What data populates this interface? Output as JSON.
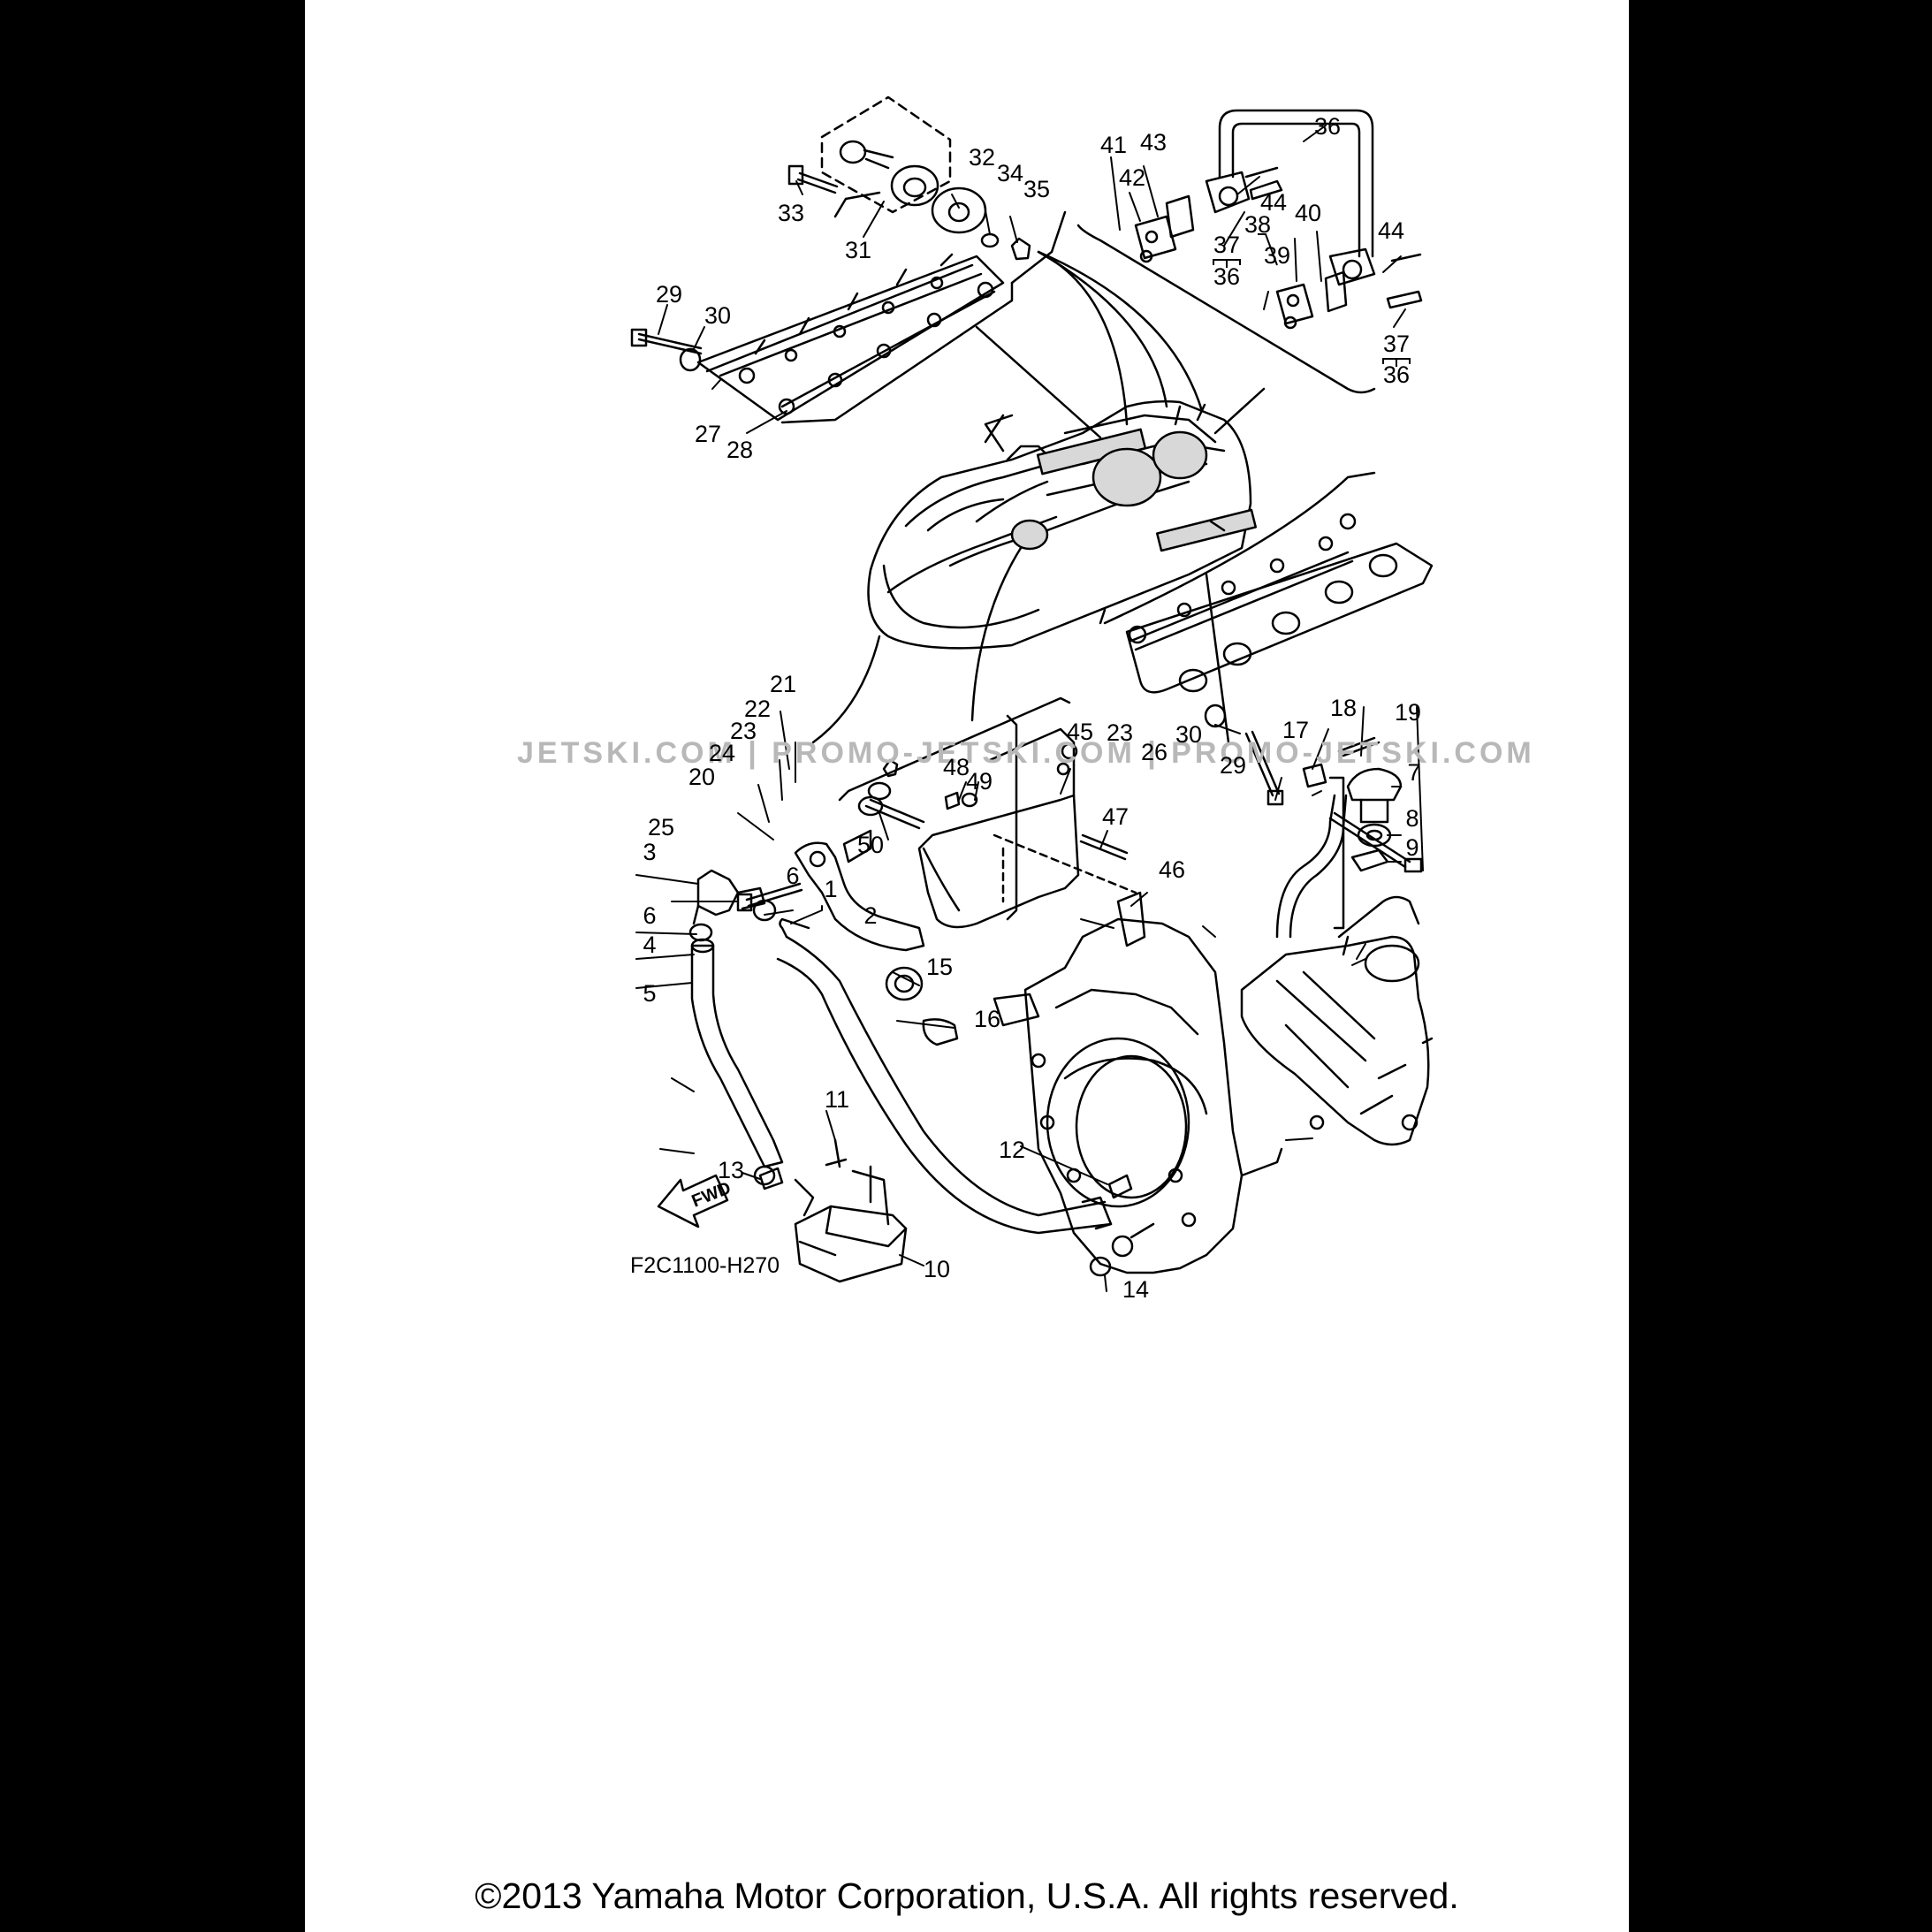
{
  "diagram_code": "F2C1100-H270",
  "fwd_label": "FWD",
  "watermark": "JETSKI.COM | PROMO-JETSKI.COM | PROMO-JETSKI.COM",
  "copyright": "©2013 Yamaha Motor Corporation, U.S.A. All rights reserved.",
  "callouts": [
    "1",
    "2",
    "3",
    "4",
    "5",
    "6",
    "6",
    "7",
    "8",
    "9",
    "10",
    "11",
    "12",
    "13",
    "14",
    "15",
    "16",
    "17",
    "18",
    "19",
    "20",
    "21",
    "22",
    "23",
    "24",
    "25",
    "26",
    "27",
    "28",
    "29",
    "29",
    "30",
    "30",
    "31",
    "32",
    "33",
    "34",
    "35",
    "36",
    "36",
    "36",
    "37",
    "37",
    "38",
    "39",
    "40",
    "41",
    "42",
    "43",
    "44",
    "44",
    "45",
    "46",
    "47",
    "48",
    "49",
    "50",
    "23"
  ],
  "colors": {
    "line": "#000000",
    "paper": "#ffffff",
    "frame": "#000000",
    "watermark": "#b8b8b8"
  }
}
